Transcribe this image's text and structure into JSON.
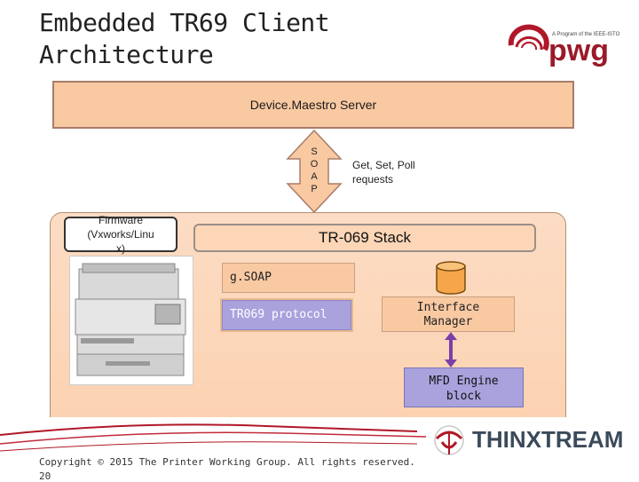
{
  "slide": {
    "title_line1": "Embedded TR69 Client",
    "title_line2": "Architecture",
    "copyright": "Copyright © 2015 The Printer Working Group. All rights reserved.",
    "page_number": "20"
  },
  "logos": {
    "pwg_tagline": "A Program of the IEEE-ISTO",
    "pwg_word": "pwg",
    "thinxtream_word": "THINXTREAM"
  },
  "diagram": {
    "server_label": "Device.Maestro Server",
    "soap_letters": [
      "S",
      "O",
      "A",
      "P"
    ],
    "requests_line1": "Get, Set, Poll",
    "requests_line2": "requests",
    "firmware_line1": "Firmware",
    "firmware_line2": "(Vxworks/Linu",
    "firmware_line3": "x)",
    "stack_label": "TR-069 Stack",
    "gsoap_label": "g.SOAP",
    "tr069_label": "TR069 protocol",
    "interface_line1": "Interface",
    "interface_line2": "Manager",
    "mfd_line1": "MFD Engine",
    "mfd_line2": "block"
  },
  "colors": {
    "server_fill": "#f9c9a2",
    "purple_box": "#a9a2dd",
    "connector": "#7b3fa8",
    "brand_red": "#9a1a2a"
  }
}
